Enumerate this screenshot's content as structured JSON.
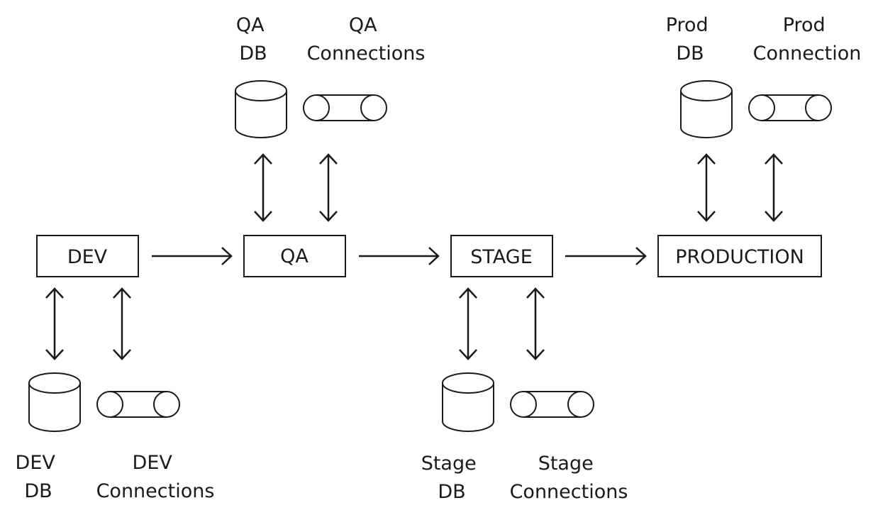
{
  "stages": {
    "dev": "DEV",
    "qa": "QA",
    "stage": "STAGE",
    "production": "PRODUCTION"
  },
  "resources": {
    "dev_db": [
      "DEV",
      "DB"
    ],
    "dev_connections": [
      "DEV",
      "Connections"
    ],
    "qa_db": [
      "QA",
      "DB"
    ],
    "qa_connections": [
      "QA",
      "Connections"
    ],
    "stage_db": [
      "Stage",
      "DB"
    ],
    "stage_connections": [
      "Stage",
      "Connections"
    ],
    "prod_db": [
      "Prod",
      "DB"
    ],
    "prod_connection": [
      "Prod",
      "Connection"
    ]
  },
  "icons": {
    "database": "database-icon",
    "connection": "connection-pipe-icon"
  }
}
